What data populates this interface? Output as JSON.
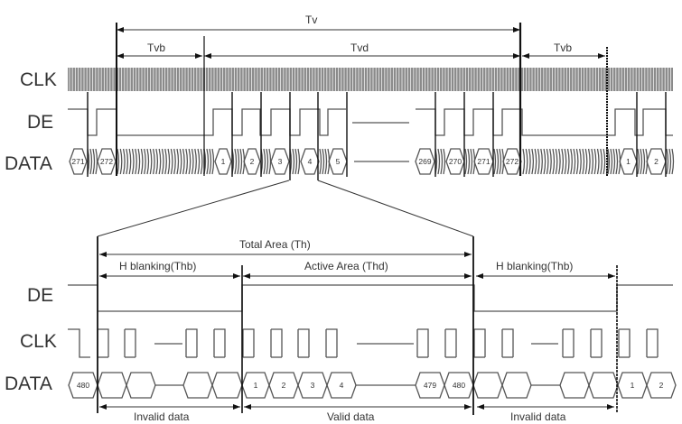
{
  "top": {
    "signals": [
      "CLK",
      "DE",
      "DATA"
    ],
    "intervals": {
      "tv": "Tv",
      "tvb_left": "Tvb",
      "tvd": "Tvd",
      "tvb_right": "Tvb"
    },
    "data_left": [
      "271",
      "272"
    ],
    "data_active": [
      "1",
      "2",
      "3",
      "4",
      "5"
    ],
    "data_active_end": [
      "269",
      "270",
      "271",
      "272"
    ],
    "data_right": [
      "1",
      "2"
    ]
  },
  "bottom": {
    "signals": [
      "DE",
      "CLK",
      "DATA"
    ],
    "intervals": {
      "total": "Total Area (Th)",
      "hblank_left": "H blanking(Thb)",
      "active": "Active Area (Thd)",
      "hblank_right": "H blanking(Thb)"
    },
    "data_prev": "480",
    "data_active": [
      "1",
      "2",
      "3",
      "4"
    ],
    "data_active_end": [
      "479",
      "480"
    ],
    "data_next": [
      "1",
      "2"
    ],
    "regions": {
      "invalid_left": "Invalid data",
      "valid": "Valid data",
      "invalid_right": "Invalid data"
    }
  }
}
